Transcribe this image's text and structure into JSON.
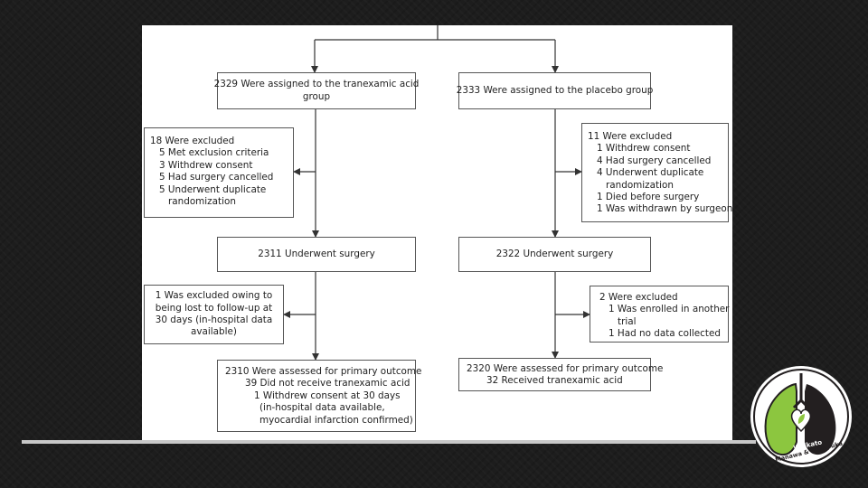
{
  "flowchart": {
    "tx_arm": {
      "assigned": [
        "2329 Were assigned to the tranexamic acid",
        "group"
      ],
      "excluded": [
        "18 Were excluded",
        "5 Met exclusion criteria",
        "3 Withdrew consent",
        "5 Had surgery cancelled",
        "5 Underwent duplicate",
        "randomization"
      ],
      "surgery": "2311 Underwent surgery",
      "lost": [
        "1 Was excluded owing to",
        "being lost to follow-up at",
        "30 days (in-hospital data",
        "available)"
      ],
      "assessed": [
        "2310 Were assessed for primary outcome",
        "39 Did not receive tranexamic acid",
        "1 Withdrew consent at 30 days",
        "(in-hospital data available,",
        "myocardial infarction confirmed)"
      ]
    },
    "placebo_arm": {
      "assigned": "2333 Were assigned to the placebo group",
      "excluded": [
        "11 Were excluded",
        "1 Withdrew consent",
        "4 Had surgery cancelled",
        "4 Underwent duplicate",
        "randomization",
        "1 Died before surgery",
        "1 Was withdrawn by surgeon"
      ],
      "surgery": "2322 Underwent surgery",
      "excluded2": [
        "2 Were excluded",
        "1 Was enrolled in another",
        "trial",
        "1 Had no data collected"
      ],
      "assessed": [
        "2320 Were assessed for primary outcome",
        "32 Received tranexamic acid"
      ]
    }
  },
  "logo": {
    "text_top": "Waikato",
    "text_bottom": "Manawa & Pukapuka",
    "colors": {
      "green": "#8cc63f",
      "dark": "#231f20"
    }
  }
}
